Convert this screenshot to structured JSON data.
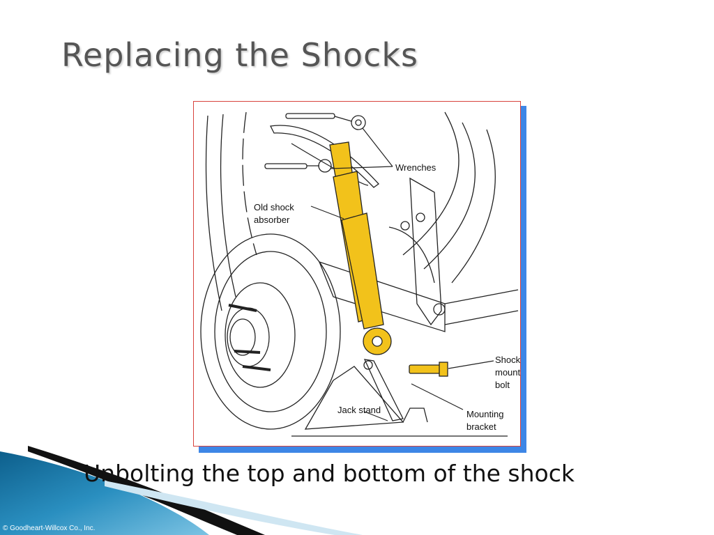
{
  "slide": {
    "title": "Replacing the Shocks",
    "caption": "Unbolting the top and bottom of the shock",
    "copyright": "© Goodheart-Willcox Co., Inc."
  },
  "figure": {
    "labels": {
      "wrenches": "Wrenches",
      "old_shock": "Old shock\nabsorber",
      "shock_mount_bolt": "Shock\nmount\nbolt",
      "jack_stand": "Jack stand",
      "mounting_bracket": "Mounting\nbracket"
    }
  },
  "colors": {
    "title": "#555555",
    "shock_yellow": "#f2c21b",
    "figure_border": "#d8423c",
    "figure_shadow": "#3d86e6",
    "wave_blue": "#2a8fc0"
  }
}
